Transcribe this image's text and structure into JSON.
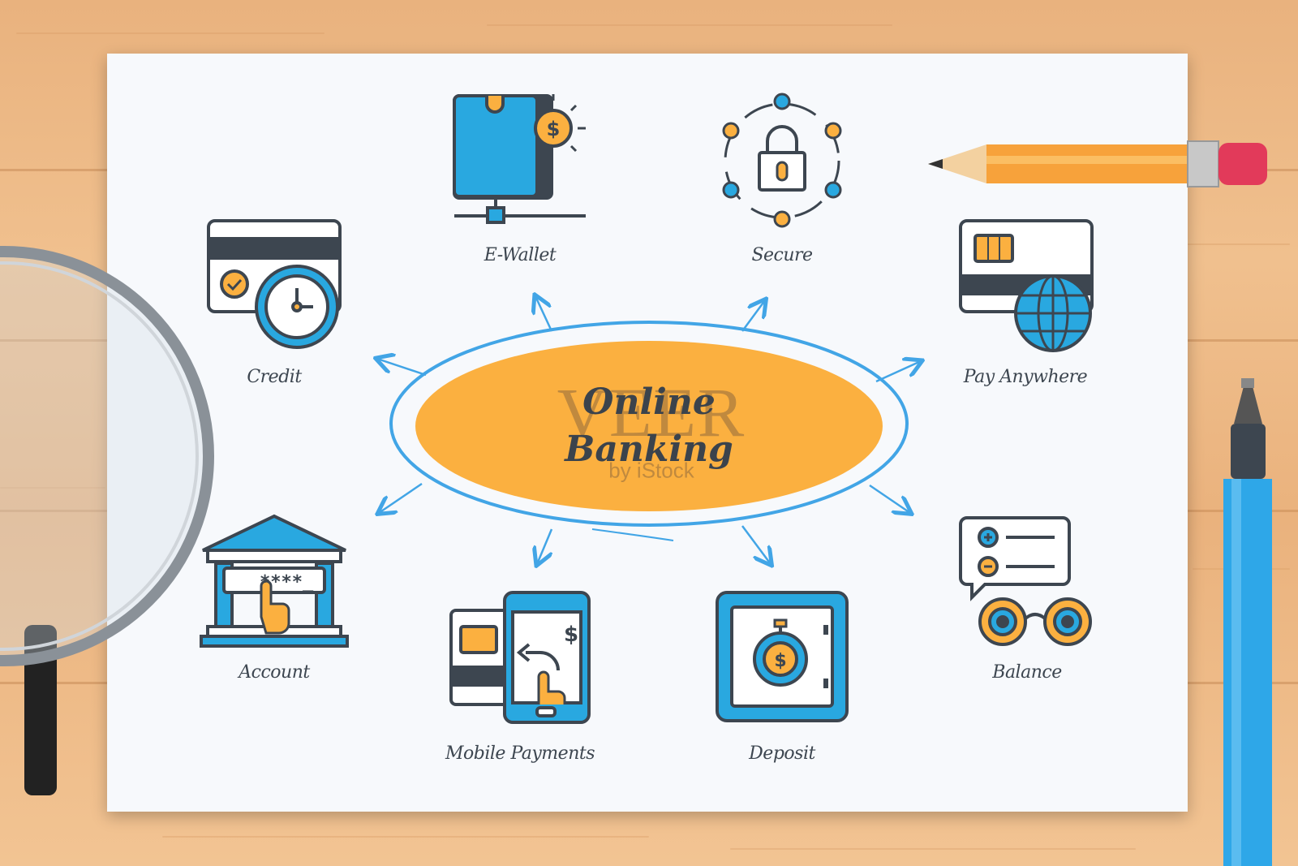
{
  "center": {
    "line1": "Online",
    "line2": "Banking"
  },
  "watermark": {
    "main": "VEER",
    "sub": "by iStock"
  },
  "nodes": [
    {
      "id": "credit",
      "label": "Credit"
    },
    {
      "id": "e-wallet",
      "label": "E-Wallet"
    },
    {
      "id": "secure",
      "label": "Secure"
    },
    {
      "id": "pay-anywhere",
      "label": "Pay Anywhere"
    },
    {
      "id": "account",
      "label": "Account"
    },
    {
      "id": "mobile-payments",
      "label": "Mobile Payments"
    },
    {
      "id": "deposit",
      "label": "Deposit"
    },
    {
      "id": "balance",
      "label": "Balance"
    }
  ],
  "icon_symbols": {
    "dollar": "$",
    "password": "****_"
  },
  "colors": {
    "orange": "#fbb040",
    "blue": "#29a8e0",
    "outline": "#3d4650",
    "ellipse_ring": "#42a5e6"
  }
}
